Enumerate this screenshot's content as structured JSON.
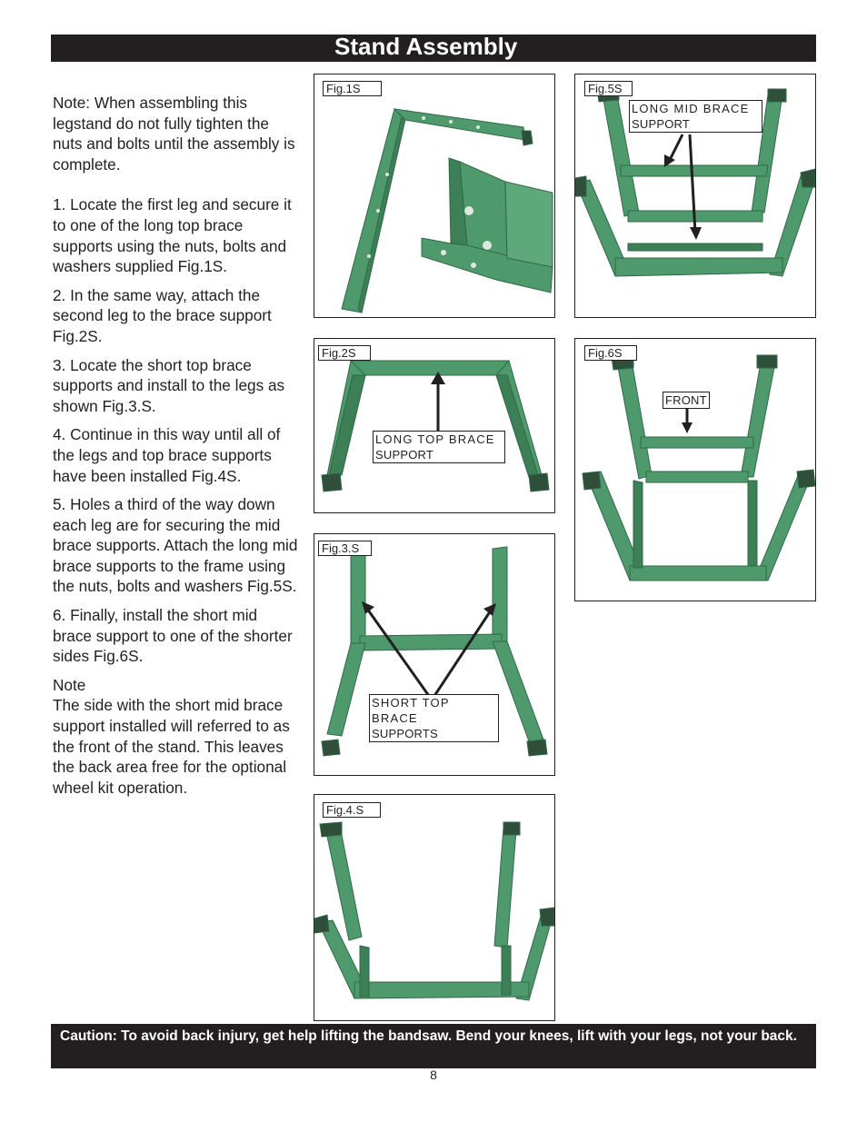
{
  "header": {
    "title": "Stand Assembly"
  },
  "instructions": {
    "note": "Note: When assembling this legstand do not fully tighten the nuts and bolts until the assembly is complete.",
    "steps": [
      "1. Locate the first leg and secure it to one of the long top brace supports  using the nuts, bolts and washers supplied Fig.1S.",
      "2. In the same way, attach the second leg to the brace support Fig.2S.",
      "3. Locate the short top brace supports and install to the legs as shown Fig.3.S.",
      "4. Continue in this way until all of the legs and top brace supports have been installed Fig.4S.",
      "5. Holes a third of the way down each leg are for securing the mid brace supports. Attach the long mid brace supports to the frame using the nuts, bolts and washers Fig.5S.",
      "6. Finally, install the short mid brace support to one of the shorter sides Fig.6S."
    ],
    "final_note_heading": "Note",
    "final_note_body": "The side with the short mid brace support installed will referred to as the front of the stand. This leaves the back area free for the optional wheel kit operation."
  },
  "figures": {
    "fig1": {
      "label": "Fig.1S"
    },
    "fig2": {
      "label": "Fig.2S",
      "callout_line1": "LONG TOP BRACE",
      "callout_line2": "SUPPORT"
    },
    "fig3": {
      "label": "Fig.3.S",
      "callout_line1": "SHORT TOP BRACE",
      "callout_line2": "SUPPORTS"
    },
    "fig4": {
      "label": "Fig.4.S"
    },
    "fig5": {
      "label": "Fig.5S",
      "callout_line1": "LONG MID BRACE",
      "callout_line2": "SUPPORT"
    },
    "fig6": {
      "label": "Fig.6S",
      "callout_line1": "FRONT"
    }
  },
  "caution": {
    "text": "Caution: To avoid back injury, get help lifting the bandsaw. Bend your knees, lift with your legs, not your back."
  },
  "footer": {
    "page_number": "8"
  },
  "colors": {
    "frame_green": "#4f9a6c",
    "frame_dark": "#2f6a47",
    "ink": "#231f20"
  }
}
